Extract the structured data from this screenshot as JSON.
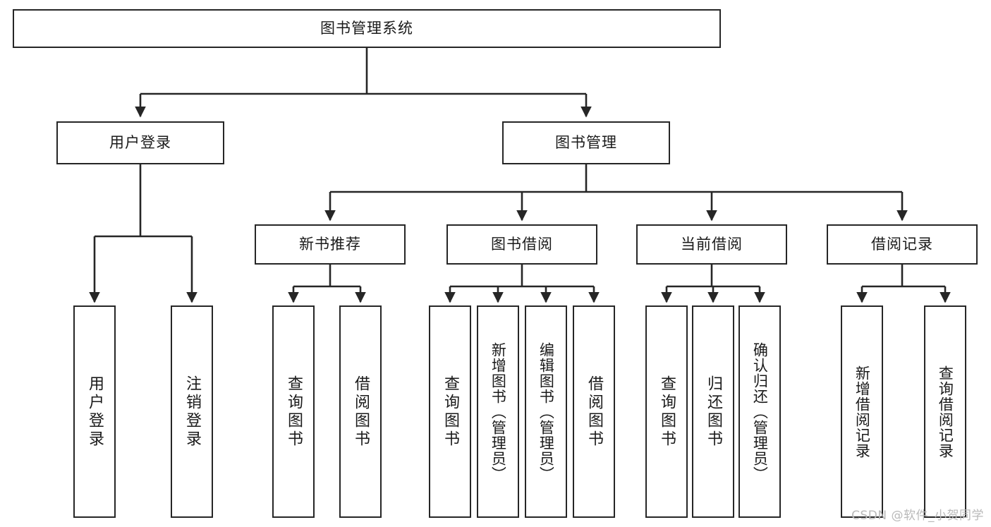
{
  "diagram": {
    "type": "tree",
    "title": "图书管理系统",
    "root": {
      "label": "图书管理系统"
    },
    "level2": [
      {
        "id": "user-login",
        "label": "用户登录"
      },
      {
        "id": "book-manage",
        "label": "图书管理"
      }
    ],
    "level3": [
      {
        "id": "new-book-recommend",
        "label": "新书推荐"
      },
      {
        "id": "book-borrow",
        "label": "图书借阅"
      },
      {
        "id": "current-borrow",
        "label": "当前借阅"
      },
      {
        "id": "borrow-record",
        "label": "借阅记录"
      }
    ],
    "leaves": {
      "user_login": [
        {
          "id": "leaf-user-login",
          "label": "用户登录"
        },
        {
          "id": "leaf-logout-login",
          "label": "注销登录"
        }
      ],
      "new_book_recommend": [
        {
          "id": "leaf-query-book-1",
          "label": "查询图书"
        },
        {
          "id": "leaf-borrow-book-1",
          "label": "借阅图书"
        }
      ],
      "book_borrow": [
        {
          "id": "leaf-query-book-2",
          "label": "查询图书"
        },
        {
          "id": "leaf-add-book",
          "label": "新增图书（管理员）"
        },
        {
          "id": "leaf-edit-book",
          "label": "编辑图书（管理员）"
        },
        {
          "id": "leaf-borrow-book-2",
          "label": "借阅图书"
        }
      ],
      "current_borrow": [
        {
          "id": "leaf-query-book-3",
          "label": "查询图书"
        },
        {
          "id": "leaf-return-book",
          "label": "归还图书"
        },
        {
          "id": "leaf-confirm-return",
          "label": "确认归还（管理员）"
        }
      ],
      "borrow_record": [
        {
          "id": "leaf-add-borrow-record",
          "label": "新增借阅记录"
        },
        {
          "id": "leaf-query-borrow-record",
          "label": "查询借阅记录"
        }
      ]
    }
  },
  "watermark": {
    "text": "CSDN @软件_小贺同学"
  },
  "colors": {
    "box_border": "#262626",
    "box_fill": "#ffffff",
    "edge": "#262626",
    "text": "#1a1a1a",
    "watermark": "#b9b9b9"
  }
}
